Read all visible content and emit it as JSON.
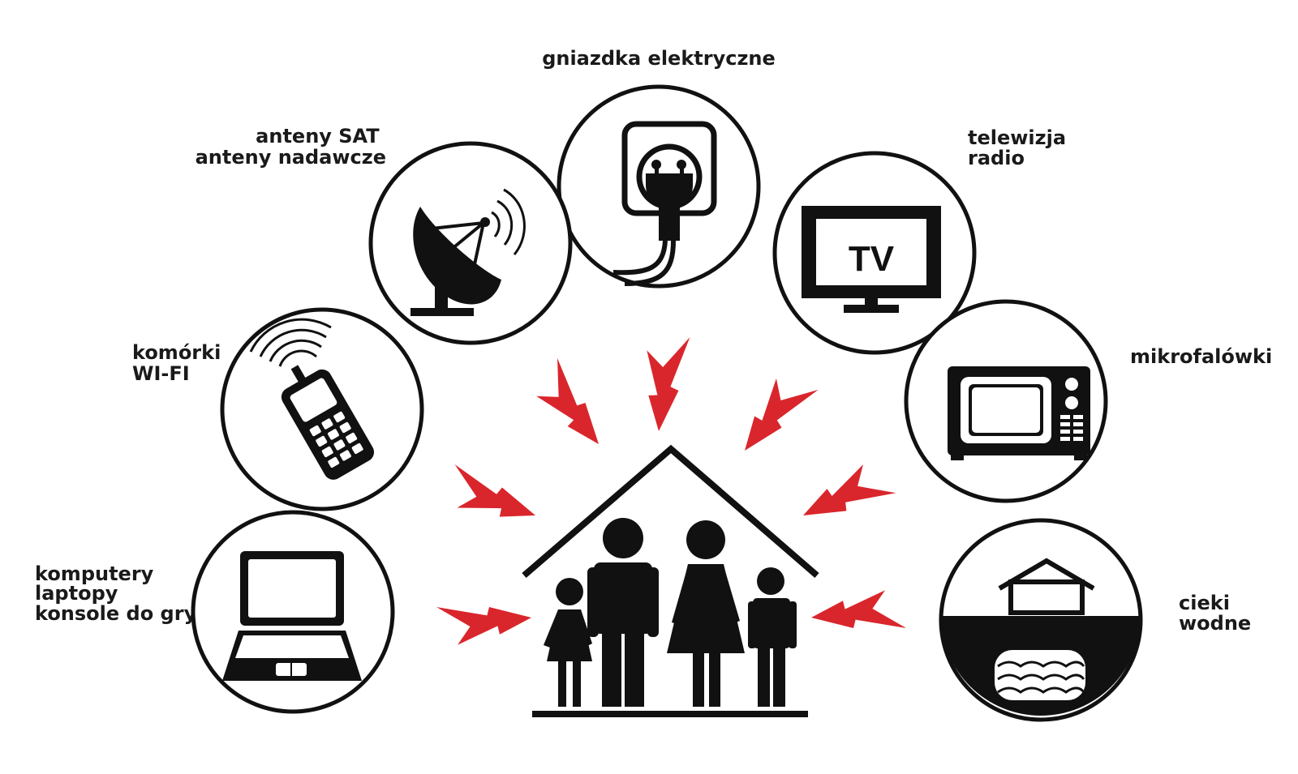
{
  "sources": {
    "sockets": {
      "lines": [
        "gniazdka elektryczne"
      ]
    },
    "satellite": {
      "lines": [
        "anteny SAT",
        "anteny nadawcze"
      ]
    },
    "tv": {
      "lines": [
        "telewizja",
        "radio"
      ],
      "screen_text": "TV"
    },
    "phones": {
      "lines": [
        "komórki",
        "WI-FI"
      ]
    },
    "microwaves": {
      "lines": [
        "mikrofalówki"
      ]
    },
    "computers": {
      "lines": [
        "komputery",
        "laptopy",
        "konsole do gry"
      ]
    },
    "water": {
      "lines": [
        "cieki",
        "wodne"
      ]
    }
  },
  "icons": {
    "sockets": "plug-socket-icon",
    "satellite": "satellite-dish-icon",
    "tv": "television-icon",
    "phones": "mobile-phone-icon",
    "microwaves": "microwave-icon",
    "computers": "laptop-icon",
    "water": "underground-water-icon",
    "center": "family-house-icon"
  },
  "colors": {
    "bolt": "#d9262c",
    "ink": "#111111"
  }
}
